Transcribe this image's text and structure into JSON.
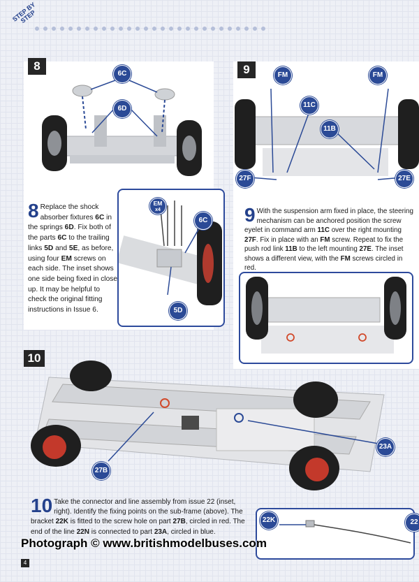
{
  "header": {
    "step_by_step_line1": "STEP BY",
    "step_by_step_line2": "STEP"
  },
  "step8": {
    "number": "8",
    "badges": {
      "c6_top": "6C",
      "d6_top": "6D",
      "em": "EM",
      "em_qty": "x4",
      "c6_inset": "6C",
      "d5_inset": "5D"
    },
    "drop_cap": "8",
    "text_a": "Replace the shock absorber fixtures ",
    "b1": "6C",
    "text_b": " in the springs ",
    "b2": "6D",
    "text_c": ". Fix both of the parts ",
    "b3": "6C",
    "text_d": " to the trailing links ",
    "b4": "5D",
    "text_e": " and ",
    "b5": "5E",
    "text_f": ", as before, using four ",
    "b6": "EM",
    "text_g": " screws on each side. The inset shows one side being fixed in close up. It may be helpful to check the original fitting instructions in Issue 6."
  },
  "step9": {
    "number": "9",
    "badges": {
      "fm_left": "FM",
      "fm_right": "FM",
      "c11": "11C",
      "b11": "11B",
      "f27": "27F",
      "e27": "27E"
    },
    "drop_cap": "9",
    "text_a": "With the suspension arm fixed in place, the steering mechanism can be anchored position the screw eyelet in command arm ",
    "b1": "11C",
    "text_b": " over the right mounting ",
    "b2": "27F",
    "text_c": ". Fix in place with an ",
    "b3": "FM",
    "text_d": " screw. Repeat to fix the push rod link ",
    "b4": "11B",
    "text_e": " to the left mounting ",
    "b5": "27E",
    "text_f": ". The inset shows a different view, with the ",
    "b6": "FM",
    "text_g": " screws circled in red."
  },
  "step10": {
    "number": "10",
    "badges": {
      "b27": "27B",
      "a23": "23A",
      "k22": "22K",
      "k22_right": "22"
    },
    "drop_cap": "10",
    "text_a": "Take the connector and line assembly from issue 22 (inset, right). Identify the fixing points on the sub-frame (above). The bracket ",
    "b1": "22K",
    "text_b": " is fitted to the screw hole on part ",
    "b2": "27B",
    "text_c": ", circled in red. The end of the line ",
    "b3": "22N",
    "text_d": " is connected to part ",
    "b4": "23A",
    "text_e": ", circled in blue."
  },
  "watermark": "Photograph © www.britishmodelbuses.com",
  "page_number": "4",
  "colors": {
    "accent": "#2b4a96",
    "step_box": "#262626",
    "highlight_red": "#d1492a",
    "highlight_blue": "#2b4a96"
  }
}
